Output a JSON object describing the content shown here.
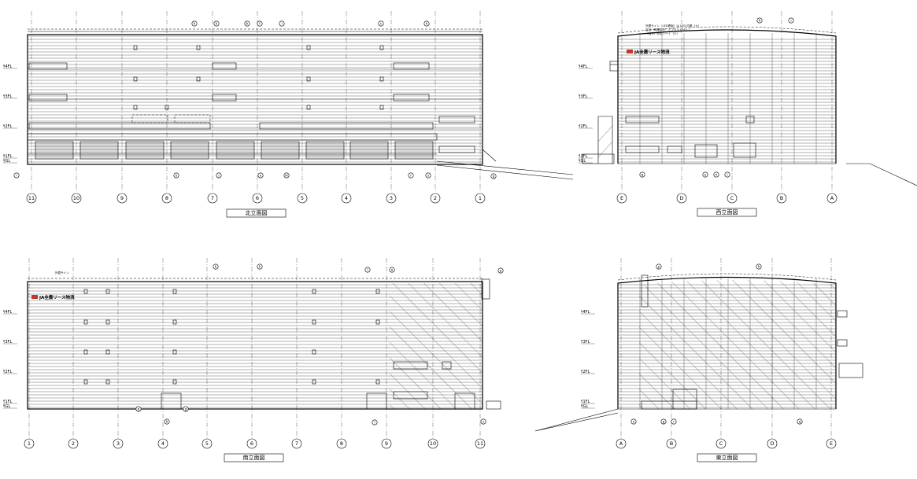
{
  "views": [
    {
      "id": "north",
      "title": "北立面図",
      "axis_labels": [
        "11",
        "10",
        "9",
        "8",
        "7",
        "6",
        "5",
        "4",
        "3",
        "2",
        "1"
      ],
      "floor_labels": [
        "ｻ4FL",
        "ｻ3FL",
        "ｻ2FL",
        "ｻ1FL",
        "ｻGL"
      ],
      "callouts": [
        "h",
        "k",
        "h",
        "f",
        "i",
        "c",
        "h",
        "r",
        "e",
        "j",
        "e",
        "m",
        "r",
        "s",
        "q"
      ]
    },
    {
      "id": "west",
      "title": "西立面図",
      "axis_labels": [
        "E",
        "D",
        "C",
        "B",
        "A"
      ],
      "floor_labels": [
        "ｻ4FL",
        "ｻ3FL",
        "ｻ2FL",
        "ｻ1FL",
        "ｻGL"
      ],
      "callouts": [
        "h",
        "i",
        "q",
        "e",
        "n",
        "i"
      ],
      "note_lines": [
        "外壁サイン（LED看板）は LED 内照（ナ）",
        "自社（有限会社）とフラットサイン",
        "（地下）外形シート（ナ）"
      ],
      "logo": "JA全農リース物流"
    },
    {
      "id": "south",
      "title": "南立面図",
      "axis_labels": [
        "1",
        "2",
        "3",
        "4",
        "5",
        "6",
        "7",
        "8",
        "9",
        "10",
        "11"
      ],
      "floor_labels": [
        "ｻ4FL",
        "ｻ3FL",
        "ｻ2FL",
        "ｻ1FL",
        "ｻGL"
      ],
      "callouts": [
        "h",
        "k",
        "l",
        "o",
        "p",
        "q",
        "h",
        "g",
        "l",
        "s"
      ],
      "sign_label": "外壁サイン",
      "logo": "JA全農リース物流"
    },
    {
      "id": "east",
      "title": "東立面図",
      "axis_labels": [
        "A",
        "B",
        "C",
        "D",
        "E"
      ],
      "floor_labels": [
        "ｻ4FL",
        "ｻ3FL",
        "ｻ2FL",
        "ｻ1FL",
        "ｻGL"
      ],
      "callouts": [
        "p",
        "h",
        "e",
        "g",
        "r",
        "q"
      ]
    }
  ]
}
